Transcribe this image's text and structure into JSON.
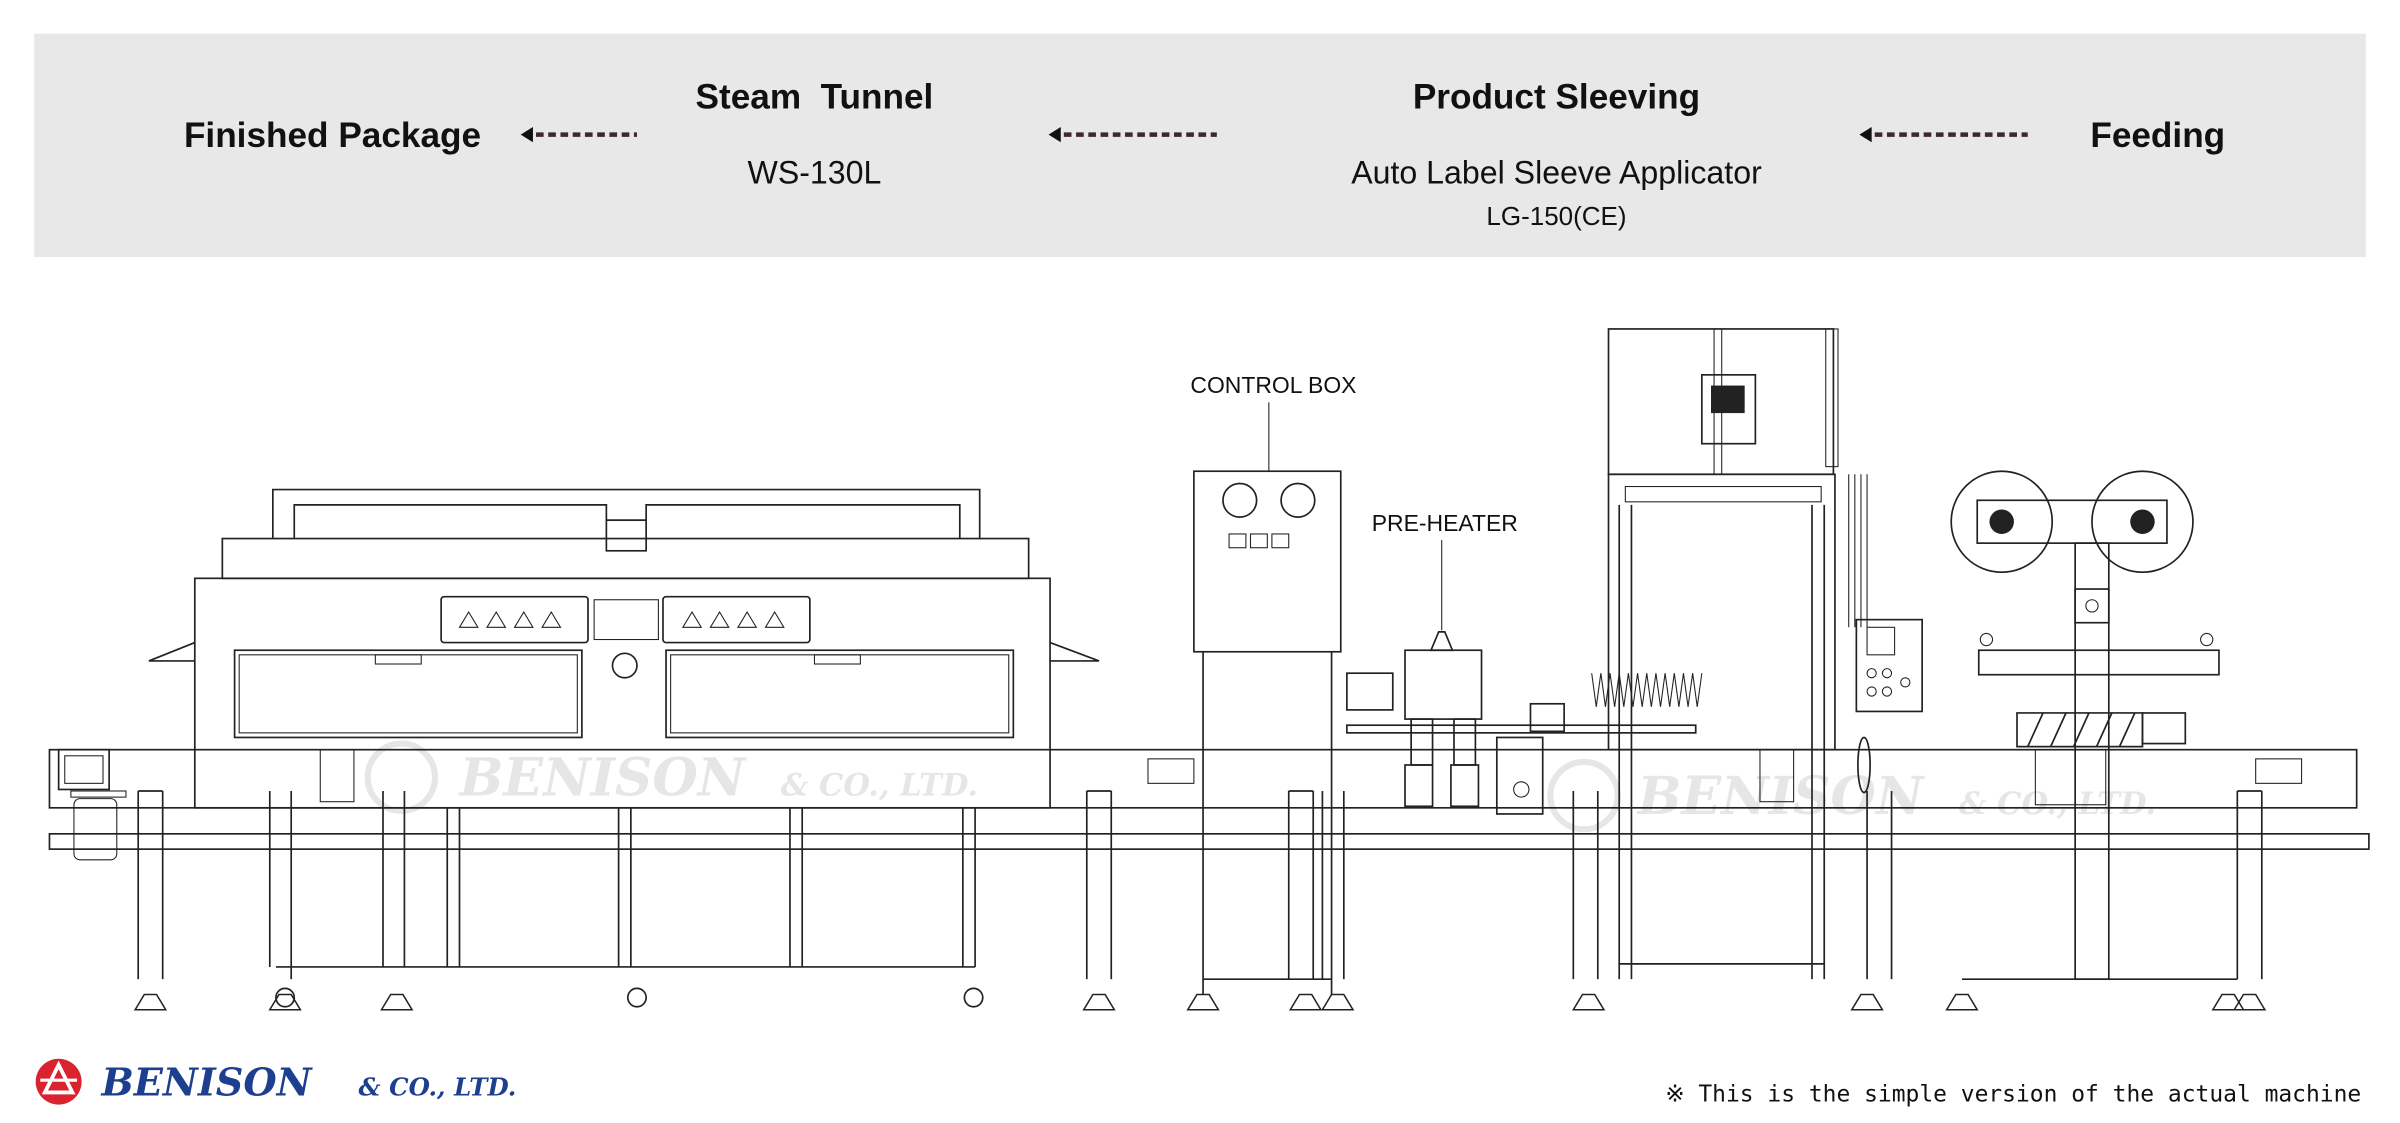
{
  "flow": {
    "finished": "Finished Package",
    "tunnel": {
      "title": "Steam  Tunnel",
      "model": "WS-130L"
    },
    "sleeving": {
      "title": "Product Sleeving",
      "machine": "Auto Label Sleeve Applicator",
      "model": "LG-150(CE)"
    },
    "feeding": "Feeding"
  },
  "callouts": {
    "control_box": "CONTROL BOX",
    "pre_heater": "PRE-HEATER"
  },
  "watermark": {
    "name": "BENISON",
    "suffix": "& CO., LTD."
  },
  "logo": {
    "name": "BENISON",
    "suffix": "& CO., LTD.",
    "color": "#1d3f8f",
    "mark_color": "#d9232e"
  },
  "note": "※ This is the simple version of the actual machine",
  "colors": {
    "band": "#e8e8e8",
    "line": "#222222"
  }
}
